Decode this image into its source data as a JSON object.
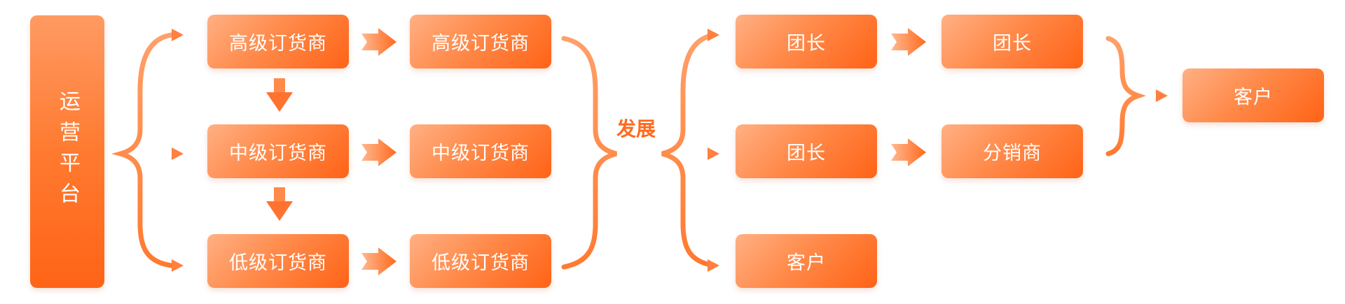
{
  "platform": {
    "label": "运营平台"
  },
  "distributors": {
    "col1": [
      "高级订货商",
      "中级订货商",
      "低级订货商"
    ],
    "col2": [
      "高级订货商",
      "中级订货商",
      "低级订货商"
    ]
  },
  "develop_label": "发展",
  "targets": {
    "col3": [
      "团长",
      "团长",
      "客户"
    ],
    "col4": [
      "团长",
      "分销商"
    ]
  },
  "final": {
    "label": "客户"
  },
  "colors": {
    "box_light": "#ffb084",
    "box_dark": "#ff6316",
    "connector": "#ff8a4a",
    "text_accent": "#ff6a1e"
  }
}
